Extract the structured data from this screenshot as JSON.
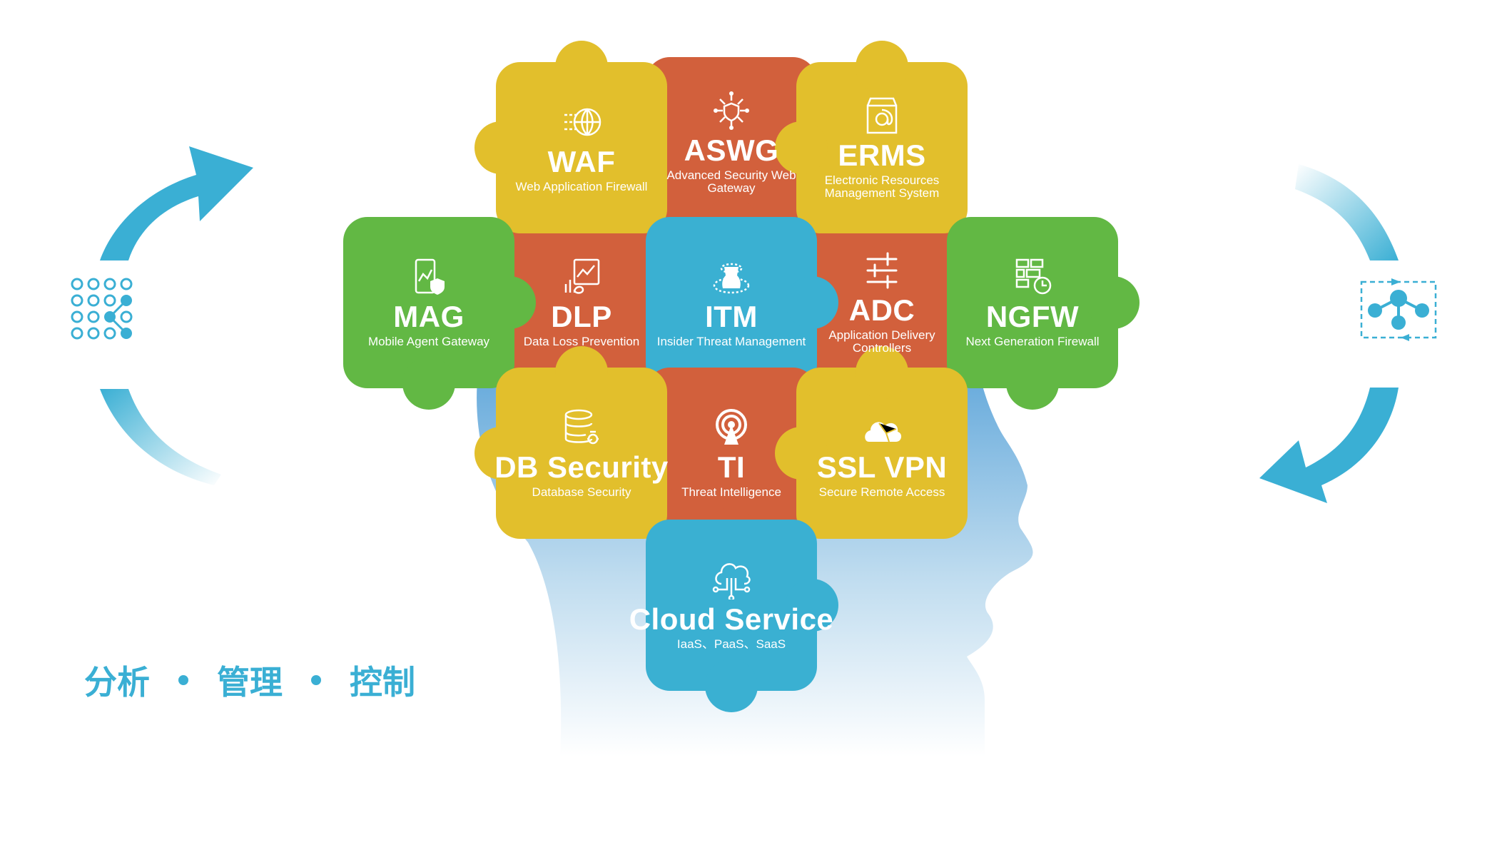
{
  "colors": {
    "yellow": "#E2BF2C",
    "orange": "#D2603C",
    "blue": "#3AB0D2",
    "green": "#62B844",
    "accent": "#3AAFD4"
  },
  "pieces": [
    {
      "title": "WAF",
      "subtitle": "Web Application Firewall",
      "color": "yellow",
      "icon": "globe-arrows-icon"
    },
    {
      "title": "ASWG",
      "subtitle": "Advanced Security Web Gateway",
      "color": "orange",
      "icon": "shield-network-icon"
    },
    {
      "title": "ERMS",
      "subtitle": "Electronic Resources Management System",
      "color": "yellow",
      "icon": "email-folder-icon"
    },
    {
      "title": "MAG",
      "subtitle": "Mobile Agent Gateway",
      "color": "green",
      "icon": "mobile-shield-icon"
    },
    {
      "title": "DLP",
      "subtitle": "Data Loss Prevention",
      "color": "orange",
      "icon": "dlp-chart-icon"
    },
    {
      "title": "ITM",
      "subtitle": "Insider Threat Management",
      "color": "blue",
      "icon": "insider-user-icon"
    },
    {
      "title": "ADC",
      "subtitle": "Application Delivery Controllers",
      "color": "orange",
      "icon": "sliders-icon"
    },
    {
      "title": "NGFW",
      "subtitle": "Next Generation Firewall",
      "color": "green",
      "icon": "firewall-clock-icon"
    },
    {
      "title": "DB Security",
      "subtitle": "Database Security",
      "color": "yellow",
      "icon": "database-bug-icon"
    },
    {
      "title": "TI",
      "subtitle": "Threat Intelligence",
      "color": "orange",
      "icon": "signal-tower-icon"
    },
    {
      "title": "SSL VPN",
      "subtitle": "Secure Remote Access",
      "color": "yellow",
      "icon": "cloud-network-icon"
    },
    {
      "title": "Cloud Service",
      "subtitle": "IaaS、PaaS、SaaS",
      "color": "blue",
      "icon": "cloud-circuit-icon"
    }
  ],
  "tagline": {
    "items": [
      "分析",
      "管理",
      "控制"
    ]
  }
}
